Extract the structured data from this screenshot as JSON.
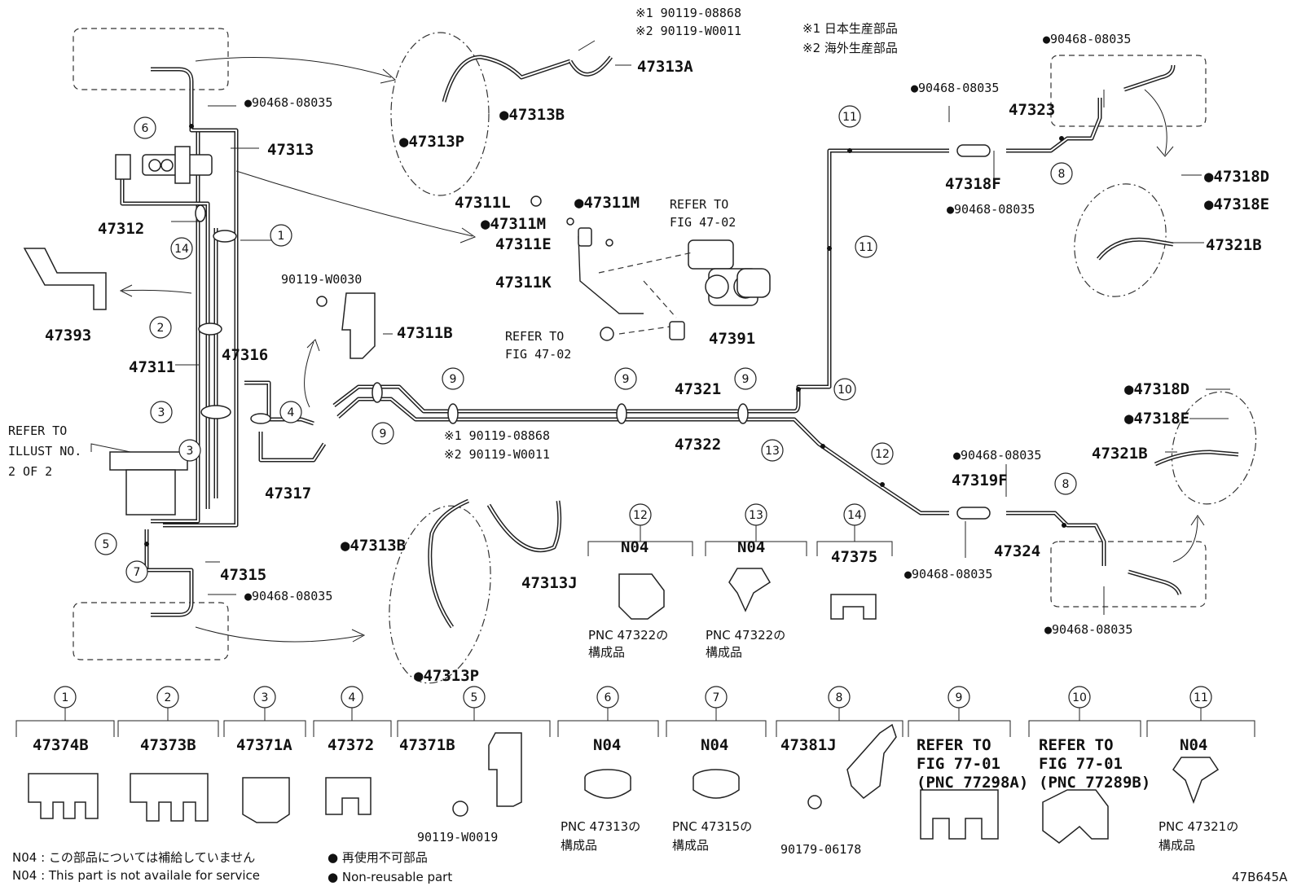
{
  "legend_origin": {
    "jp_made": "※1 日本生産部品",
    "overseas_made": "※2 海外生産部品"
  },
  "callouts": [
    {
      "text": "※1 90119-08868",
      "cls": "lbl-s"
    },
    {
      "text": "※2 90119-W0011",
      "cls": "lbl-s"
    },
    {
      "text": "47313A",
      "cls": "lbl"
    },
    {
      "text": "●47313B",
      "cls": "lbl"
    },
    {
      "text": "●47313P",
      "cls": "lbl"
    },
    {
      "text": "●90468-08035",
      "cls": "lbl-s"
    },
    {
      "text": "47313",
      "cls": "lbl"
    },
    {
      "text": "47312",
      "cls": "lbl"
    },
    {
      "text": "47393",
      "cls": "lbl"
    },
    {
      "text": "47311",
      "cls": "lbl"
    },
    {
      "text": "47316",
      "cls": "lbl"
    },
    {
      "text": "47317",
      "cls": "lbl"
    },
    {
      "text": "REFER TO",
      "cls": "lbl-s"
    },
    {
      "text": "ILLUST NO.",
      "cls": "lbl-s"
    },
    {
      "text": "2 OF 2",
      "cls": "lbl-s"
    },
    {
      "text": "47315",
      "cls": "lbl"
    },
    {
      "text": "●90468-08035",
      "cls": "lbl-s"
    },
    {
      "text": "47311L",
      "cls": "lbl"
    },
    {
      "text": "●47311M",
      "cls": "lbl"
    },
    {
      "text": "●47311M",
      "cls": "lbl"
    },
    {
      "text": "47311E",
      "cls": "lbl"
    },
    {
      "text": "47311K",
      "cls": "lbl"
    },
    {
      "text": "REFER TO",
      "cls": "lbl-s"
    },
    {
      "text": "FIG 47-02",
      "cls": "lbl-s"
    },
    {
      "text": "REFER TO",
      "cls": "lbl-s"
    },
    {
      "text": "FIG 47-02",
      "cls": "lbl-s"
    },
    {
      "text": "47391",
      "cls": "lbl"
    },
    {
      "text": "90119-W0030",
      "cls": "lbl-s"
    },
    {
      "text": "47311B",
      "cls": "lbl"
    },
    {
      "text": "47321",
      "cls": "lbl"
    },
    {
      "text": "47322",
      "cls": "lbl"
    },
    {
      "text": "※1 90119-08868",
      "cls": "lbl-s"
    },
    {
      "text": "※2 90119-W0011",
      "cls": "lbl-s"
    },
    {
      "text": "●47313B",
      "cls": "lbl"
    },
    {
      "text": "47313J",
      "cls": "lbl"
    },
    {
      "text": "●47313P",
      "cls": "lbl"
    },
    {
      "text": "●90468-08035",
      "cls": "lbl-s"
    },
    {
      "text": "47323",
      "cls": "lbl"
    },
    {
      "text": "47318F",
      "cls": "lbl"
    },
    {
      "text": "●90468-08035",
      "cls": "lbl-s"
    },
    {
      "text": "●90468-08035",
      "cls": "lbl-s"
    },
    {
      "text": "●47318D",
      "cls": "lbl"
    },
    {
      "text": "●47318E",
      "cls": "lbl"
    },
    {
      "text": "47321B",
      "cls": "lbl"
    },
    {
      "text": "●47318D",
      "cls": "lbl"
    },
    {
      "text": "●47318E",
      "cls": "lbl"
    },
    {
      "text": "47321B",
      "cls": "lbl"
    },
    {
      "text": "●90468-08035",
      "cls": "lbl-s"
    },
    {
      "text": "47319F",
      "cls": "lbl"
    },
    {
      "text": "47324",
      "cls": "lbl"
    },
    {
      "text": "●90468-08035",
      "cls": "lbl-s"
    },
    {
      "text": "●90468-08035",
      "cls": "lbl-s"
    }
  ],
  "route_marks": [
    "6",
    "14",
    "1",
    "2",
    "3",
    "4",
    "3",
    "5",
    "7",
    "9",
    "9",
    "9",
    "9",
    "10",
    "11",
    "11",
    "8",
    "13",
    "12",
    "8"
  ],
  "mid_parts": [
    {
      "num": "12",
      "code": "N04",
      "note1": "PNC 47322の",
      "note2": "構成品"
    },
    {
      "num": "13",
      "code": "N04",
      "note1": "PNC 47322の",
      "note2": "構成品"
    },
    {
      "num": "14",
      "code": "47375",
      "note1": "",
      "note2": ""
    }
  ],
  "bottom_parts": [
    {
      "num": "1",
      "code": "47374B",
      "line2": "",
      "line3": "",
      "sub": "",
      "note1": "",
      "note2": ""
    },
    {
      "num": "2",
      "code": "47373B",
      "line2": "",
      "line3": "",
      "sub": "",
      "note1": "",
      "note2": ""
    },
    {
      "num": "3",
      "code": "47371A",
      "line2": "",
      "line3": "",
      "sub": "",
      "note1": "",
      "note2": ""
    },
    {
      "num": "4",
      "code": "47372",
      "line2": "",
      "line3": "",
      "sub": "",
      "note1": "",
      "note2": ""
    },
    {
      "num": "5",
      "code": "47371B",
      "line2": "",
      "line3": "",
      "sub": "90119-W0019",
      "note1": "",
      "note2": ""
    },
    {
      "num": "6",
      "code": "N04",
      "line2": "",
      "line3": "",
      "sub": "",
      "note1": "PNC 47313の",
      "note2": "構成品"
    },
    {
      "num": "7",
      "code": "N04",
      "line2": "",
      "line3": "",
      "sub": "",
      "note1": "PNC 47315の",
      "note2": "構成品"
    },
    {
      "num": "8",
      "code": "47381J",
      "line2": "",
      "line3": "",
      "sub": "90179-06178",
      "note1": "",
      "note2": ""
    },
    {
      "num": "9",
      "code": "REFER TO",
      "line2": "FIG 77-01",
      "line3": "(PNC 77298A)",
      "sub": "",
      "note1": "",
      "note2": ""
    },
    {
      "num": "10",
      "code": "REFER TO",
      "line2": "FIG 77-01",
      "line3": "(PNC 77289B)",
      "sub": "",
      "note1": "",
      "note2": ""
    },
    {
      "num": "11",
      "code": "N04",
      "line2": "",
      "line3": "",
      "sub": "",
      "note1": "PNC 47321の",
      "note2": "構成品"
    }
  ],
  "footer": {
    "n04_jp": "N04 : この部品については補給していません",
    "n04_en": "N04 :  This part is not availale for service",
    "nonreuse_jp": "● 再使用不可部品",
    "nonreuse_en": "● Non-reusable part",
    "fig_code": "47B645A"
  }
}
